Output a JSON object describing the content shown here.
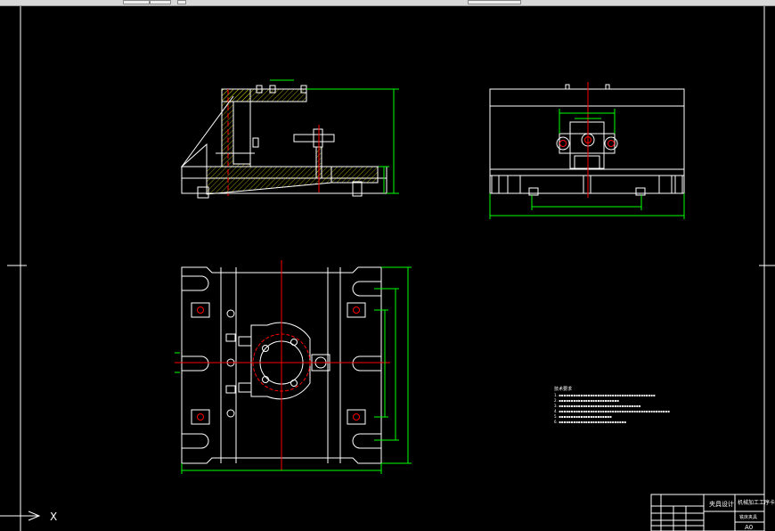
{
  "app": {
    "viewport_background": "#000000",
    "ucs_axis_label": "X"
  },
  "colors": {
    "outline": "#ffffff",
    "dimension": "#00ff00",
    "centerline": "#ff0000",
    "hatch": "#ffff00",
    "border": "#ffffff",
    "note_text": "#ffffff"
  },
  "views": {
    "front_view": {
      "name": "front-section-view"
    },
    "side_view": {
      "name": "side-view"
    },
    "top_view": {
      "name": "top-view"
    }
  },
  "tech_notes": {
    "lines": [
      "技术要求",
      "1. ▪▪▪▪▪▪▪▪▪▪▪▪▪▪▪▪▪▪▪▪▪▪▪▪▪▪▪▪▪▪▪▪▪▪▪▪▪▪▪▪",
      "2. ▪▪▪▪▪▪▪▪▪▪▪▪▪▪▪▪▪▪▪▪▪▪▪▪▪",
      "3. ▪▪▪▪▪▪▪▪▪▪▪▪▪▪▪▪▪▪▪▪▪▪▪▪▪▪▪▪▪▪▪▪▪▪",
      "4. ▪▪▪▪▪▪▪▪▪▪▪▪▪▪▪▪▪▪▪▪▪▪▪▪▪▪▪▪▪▪▪▪▪▪▪▪▪▪▪▪▪▪▪▪▪▪",
      "5. ▪▪▪▪▪▪▪▪▪▪▪▪▪▪▪▪▪▪▪▪▪▪",
      "6. ▪▪▪▪▪▪▪▪▪▪▪▪▪▪▪▪▪▪▪▪▪▪▪▪▪▪▪▪"
    ]
  },
  "title_block": {
    "designer_label": "夹具设计",
    "project_title": "机械加工工序卡",
    "part_name": "铣床夹具",
    "sheet_size": "A0"
  }
}
